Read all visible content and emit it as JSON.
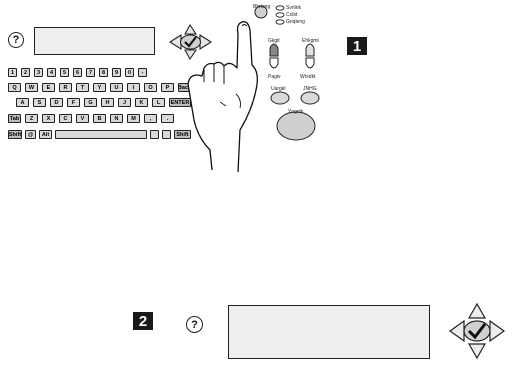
{
  "steps": {
    "step1": "1",
    "step2": "2"
  },
  "help_glyph": "?",
  "keyboard": {
    "row1": [
      "1",
      "2",
      "3",
      "4",
      "5",
      "6",
      "7",
      "8",
      "9",
      "0",
      "-"
    ],
    "row2": [
      "Q",
      "W",
      "E",
      "R",
      "T",
      "Y",
      "U",
      "I",
      "O",
      "P",
      "Back"
    ],
    "row3": [
      "A",
      "S",
      "D",
      "F",
      "G",
      "H",
      "J",
      "K",
      "L",
      "ENTER"
    ],
    "row4": [
      "Tab",
      "Z",
      "X",
      "C",
      "V",
      "B",
      "N",
      "M",
      ",",
      "."
    ],
    "row5": [
      "Shift",
      "@",
      "Alt",
      "",
      "",
      "",
      "Shift"
    ]
  },
  "panel": {
    "speed_label": "Bhrleng",
    "speed_options": [
      "Svrlink",
      "Colst",
      "Griqleng"
    ],
    "left_top_label": "Gkgit",
    "left_bottom_label": "Pagiv",
    "right_top_label": "Ehkgml",
    "right_bottom_label": "Wrsdkt",
    "btn_a_label": "Uargkl",
    "btn_b_label": "JNHG",
    "big_btn_label": "Yngvtk"
  },
  "colors": {
    "badge": "#1a1a1a",
    "lcd": "#eeeeee",
    "key": "#d9d9d9",
    "line": "#222222"
  }
}
